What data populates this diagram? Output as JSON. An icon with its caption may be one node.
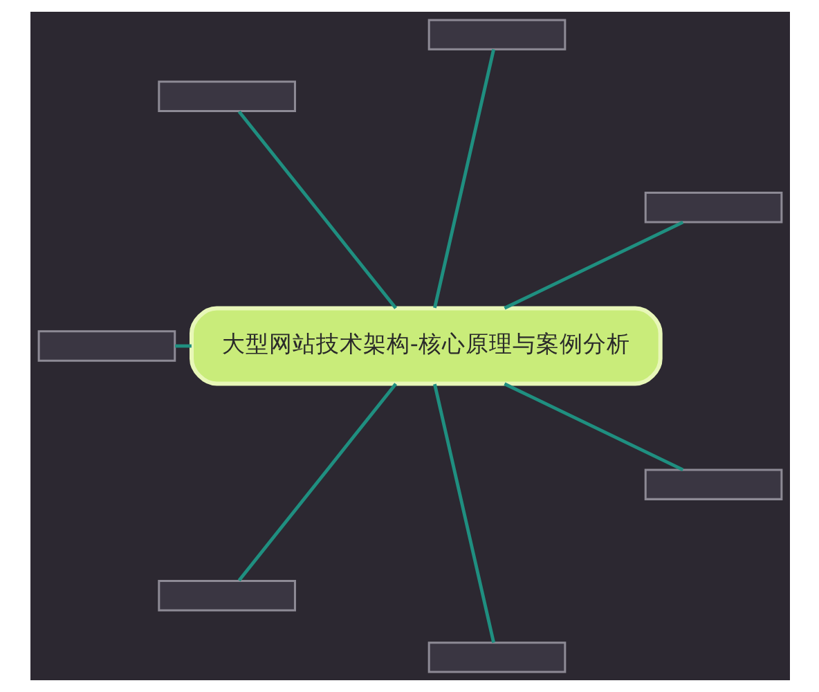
{
  "diagram": {
    "nodes": [
      {
        "text": [
          "大型网站技术架构-核心原理与案例分析"
        ]
      },
      {
        "text": [],
        "shape": "box"
      },
      {
        "text": [],
        "shape": "box"
      },
      {
        "text": [],
        "shape": "box"
      },
      {
        "text": [],
        "shape": "box"
      },
      {
        "text": [],
        "shape": "box"
      },
      {
        "text": [],
        "shape": "box"
      },
      {
        "text": [],
        "shape": "box"
      }
    ],
    "edges": [
      {
        "from": 0,
        "to": 1,
        "arrow": "none"
      },
      {
        "from": 0,
        "to": 2,
        "arrow": "none"
      },
      {
        "from": 0,
        "to": 3,
        "arrow": "none"
      },
      {
        "from": 0,
        "to": 4,
        "arrow": "none"
      },
      {
        "from": 0,
        "to": 5,
        "arrow": "none"
      },
      {
        "from": 0,
        "to": 6,
        "arrow": "none"
      },
      {
        "from": 0,
        "to": 7,
        "arrow": "none"
      }
    ]
  }
}
